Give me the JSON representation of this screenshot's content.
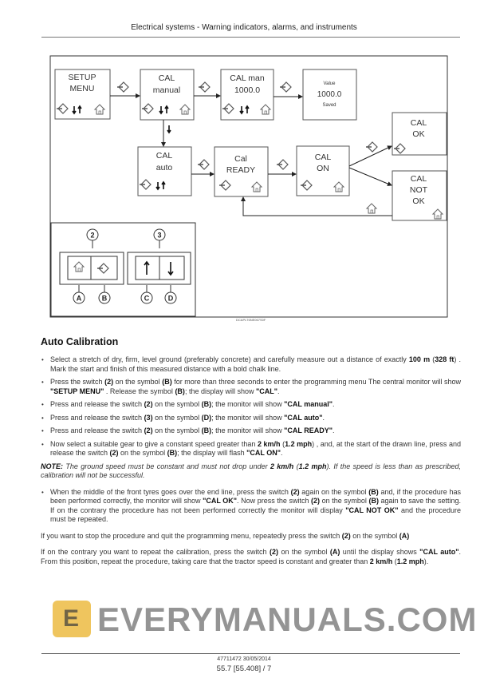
{
  "header": {
    "title": "Electrical systems - Warning indicators, alarms, and instruments"
  },
  "diagram": {
    "boxes": {
      "setup_menu": [
        "SETUP",
        "MENU"
      ],
      "cal_manual": [
        "CAL",
        "manual"
      ],
      "cal_man": [
        "CAL man",
        "1000.0"
      ],
      "value_saved": [
        "Value",
        "1000.0",
        "Saved"
      ],
      "cal_auto": [
        "CAL",
        "auto"
      ],
      "cal_ready": [
        "Cal",
        "READY"
      ],
      "cal_on": [
        "CAL",
        "ON"
      ],
      "cal_ok": [
        "CAL",
        "OK"
      ],
      "cal_not_ok": [
        "CAL",
        "NOT",
        "OK"
      ]
    },
    "switches": {
      "switch_2": "2",
      "switch_3": "3",
      "A": "A",
      "B": "B",
      "C": "C",
      "D": "D"
    },
    "figure_code": "DCAPLT6NE067S0F"
  },
  "watermark": {
    "text": "EVERYMANUALS.COM",
    "logo": "E"
  },
  "section": {
    "title": "Auto Calibration",
    "bullets1": [
      [
        {
          "t": "Select a stretch of dry, firm, level ground (preferably concrete) and carefully measure out a distance of exactly "
        },
        {
          "t": "100 m",
          "b": 1
        },
        {
          "t": " ("
        },
        {
          "t": "328 ft",
          "b": 1
        },
        {
          "t": ") . Mark the start and finish of this measured distance with a bold chalk line."
        }
      ],
      [
        {
          "t": "Press the switch "
        },
        {
          "t": "(2)",
          "b": 1
        },
        {
          "t": " on the symbol "
        },
        {
          "t": "(B)",
          "b": 1
        },
        {
          "t": " for more than three seconds to enter the programming menu The central monitor will show "
        },
        {
          "t": "\"SETUP MENU\"",
          "b": 1
        },
        {
          "t": " . Release the symbol "
        },
        {
          "t": "(B)",
          "b": 1
        },
        {
          "t": "; the display will show "
        },
        {
          "t": "\"CAL\"",
          "b": 1
        },
        {
          "t": "."
        }
      ],
      [
        {
          "t": "Press and release the switch "
        },
        {
          "t": "(2)",
          "b": 1
        },
        {
          "t": " on the symbol "
        },
        {
          "t": "(B)",
          "b": 1
        },
        {
          "t": "; the monitor will show "
        },
        {
          "t": "\"CAL manual\"",
          "b": 1
        },
        {
          "t": "."
        }
      ],
      [
        {
          "t": "Press and release the switch "
        },
        {
          "t": "(3)",
          "b": 1
        },
        {
          "t": " on the symbol "
        },
        {
          "t": "(D)",
          "b": 1
        },
        {
          "t": "; the monitor will show "
        },
        {
          "t": "\"CAL auto\"",
          "b": 1
        },
        {
          "t": "."
        }
      ],
      [
        {
          "t": "Press and release the switch "
        },
        {
          "t": "(2)",
          "b": 1
        },
        {
          "t": " on the symbol "
        },
        {
          "t": "(B)",
          "b": 1
        },
        {
          "t": "; the monitor will show "
        },
        {
          "t": "\"CAL READY\"",
          "b": 1
        },
        {
          "t": "."
        }
      ],
      [
        {
          "t": "Now select a suitable gear to give a constant speed greater than "
        },
        {
          "t": "2 km/h",
          "b": 1
        },
        {
          "t": " ("
        },
        {
          "t": "1.2 mph",
          "b": 1
        },
        {
          "t": ") , and, at the start of the drawn line, press and release the switch "
        },
        {
          "t": "(2)",
          "b": 1
        },
        {
          "t": " on the symbol "
        },
        {
          "t": "(B)",
          "b": 1
        },
        {
          "t": "; the display will flash "
        },
        {
          "t": "\"CAL ON\"",
          "b": 1
        },
        {
          "t": "."
        }
      ]
    ],
    "note": [
      {
        "t": "NOTE:",
        "b": 1
      },
      {
        "t": " The ground speed must be constant and must not drop under "
      },
      {
        "t": "2 km/h",
        "b": 1
      },
      {
        "t": " ("
      },
      {
        "t": "1.2 mph",
        "b": 1
      },
      {
        "t": "). If the speed is less than as prescribed, calibration will not be successful."
      }
    ],
    "bullets2": [
      [
        {
          "t": "When the middle of the front tyres goes over the end line, press the switch "
        },
        {
          "t": "(2)",
          "b": 1
        },
        {
          "t": " again on the symbol "
        },
        {
          "t": "(B)",
          "b": 1
        },
        {
          "t": " and, if the procedure has been performed correctly, the monitor will show "
        },
        {
          "t": "\"CAL OK\"",
          "b": 1
        },
        {
          "t": ". Now press the switch "
        },
        {
          "t": "(2)",
          "b": 1
        },
        {
          "t": " on the symbol "
        },
        {
          "t": "(B)",
          "b": 1
        },
        {
          "t": " again to save the setting.  If on the contrary the procedure has not been performed correctly the monitor will display "
        },
        {
          "t": "\"CAL NOT OK\"",
          "b": 1
        },
        {
          "t": " and the procedure must be repeated."
        }
      ]
    ],
    "para1": [
      {
        "t": "If you want to stop the procedure and quit the programming menu, repeatedly press the switch "
      },
      {
        "t": "(2)",
        "b": 1
      },
      {
        "t": " on the symbol "
      },
      {
        "t": "(A)",
        "b": 1
      }
    ],
    "para2": [
      {
        "t": "If on the contrary you want to repeat the calibration, press the switch "
      },
      {
        "t": "(2)",
        "b": 1
      },
      {
        "t": " on the symbol "
      },
      {
        "t": "(A)",
        "b": 1
      },
      {
        "t": " until the display shows "
      },
      {
        "t": "\"CAL auto\"",
        "b": 1
      },
      {
        "t": ". From this position, repeat the procedure, taking care that the tractor speed is constant and greater than "
      },
      {
        "t": "2 km/h",
        "b": 1
      },
      {
        "t": " ("
      },
      {
        "t": "1.2 mph",
        "b": 1
      },
      {
        "t": ")."
      }
    ]
  },
  "footer": {
    "doc": "47711472 30/05/2014",
    "page": "55.7 [55.408] / 7"
  }
}
